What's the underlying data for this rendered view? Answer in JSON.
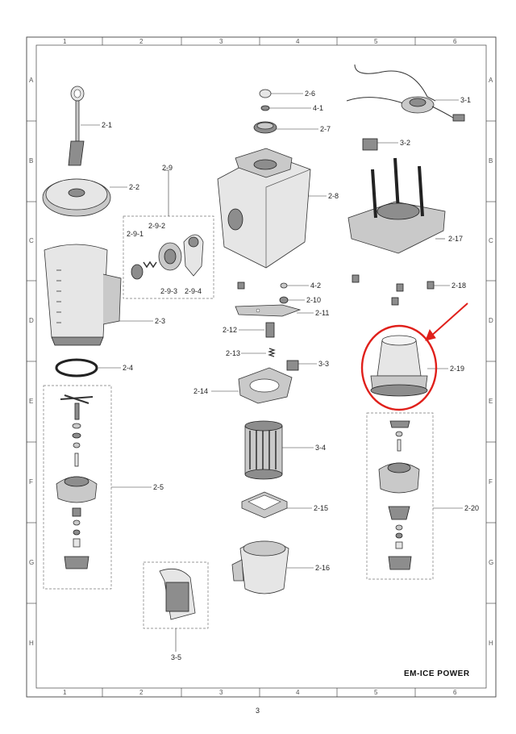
{
  "title": "EM-ICE POWER",
  "page_number": "3",
  "grid": {
    "columns": [
      "1",
      "2",
      "3",
      "4",
      "5",
      "6"
    ],
    "rows": [
      "A",
      "B",
      "C",
      "D",
      "E",
      "F",
      "G",
      "H"
    ]
  },
  "labels": {
    "p2_1": "2-1",
    "p2_2": "2-2",
    "p2_3": "2-3",
    "p2_4": "2-4",
    "p2_5": "2-5",
    "p2_6": "2-6",
    "p2_7": "2-7",
    "p2_8": "2-8",
    "p2_9": "2-9",
    "p2_9_1": "2-9-1",
    "p2_9_2": "2-9-2",
    "p2_9_3": "2-9-3",
    "p2_9_4": "2-9-4",
    "p2_10": "2-10",
    "p2_11": "2-11",
    "p2_12": "2-12",
    "p2_13": "2-13",
    "p2_14": "2-14",
    "p2_15": "2-15",
    "p2_16": "2-16",
    "p2_17": "2-17",
    "p2_18": "2-18",
    "p2_19": "2-19",
    "p2_20": "2-20",
    "p3_1": "3-1",
    "p3_2": "3-2",
    "p3_3": "3-3",
    "p3_4": "3-4",
    "p3_5": "3-5",
    "p4_1": "4-1",
    "p4_2": "4-2"
  },
  "colors": {
    "highlight": "#e0201b",
    "line": "#333333"
  }
}
